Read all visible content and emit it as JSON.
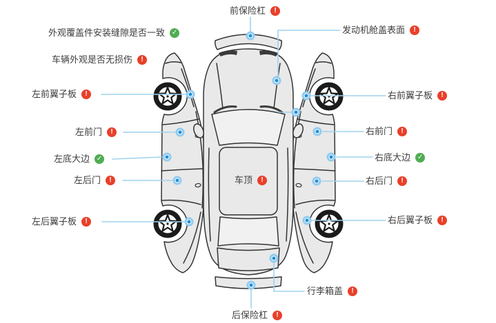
{
  "checks": [
    {
      "label": "外观覆盖件安装缝隙是否一致",
      "status": "ok"
    },
    {
      "label": "车辆外观是否无损伤",
      "status": "issue"
    }
  ],
  "parts": {
    "front_bumper": {
      "label": "前保险杠",
      "status": "issue"
    },
    "hood": {
      "label": "发动机舱盖表面",
      "status": "issue"
    },
    "left_front_fender": {
      "label": "左前翼子板",
      "status": "issue"
    },
    "left_front_door": {
      "label": "左前门",
      "status": "issue"
    },
    "left_rocker": {
      "label": "左底大边",
      "status": "ok"
    },
    "left_rear_door": {
      "label": "左后门",
      "status": "issue"
    },
    "left_rear_fender": {
      "label": "左后翼子板",
      "status": "issue"
    },
    "right_front_fender": {
      "label": "右前翼子板",
      "status": "issue"
    },
    "right_front_door": {
      "label": "右前门",
      "status": "issue"
    },
    "right_rocker": {
      "label": "右底大边",
      "status": "ok"
    },
    "right_rear_door": {
      "label": "右后门",
      "status": "issue"
    },
    "right_rear_fender": {
      "label": "右后翼子板",
      "status": "issue"
    },
    "roof": {
      "label": "车顶",
      "status": "issue"
    },
    "trunk_lid": {
      "label": "行李箱盖",
      "status": "issue"
    },
    "rear_bumper": {
      "label": "后保险杠",
      "status": "issue"
    }
  },
  "status_icons": {
    "issue": "!",
    "ok": "✓"
  },
  "colors": {
    "status_issue": "#e8402a",
    "status_ok": "#50ad54",
    "leader_line": "#9fd2ee",
    "marker_ring": "#93cbee",
    "marker_center": "#1d8fd8",
    "car_fill": "#e9e9e9",
    "car_outline": "#333333",
    "label_text": "#3e3e3e"
  }
}
